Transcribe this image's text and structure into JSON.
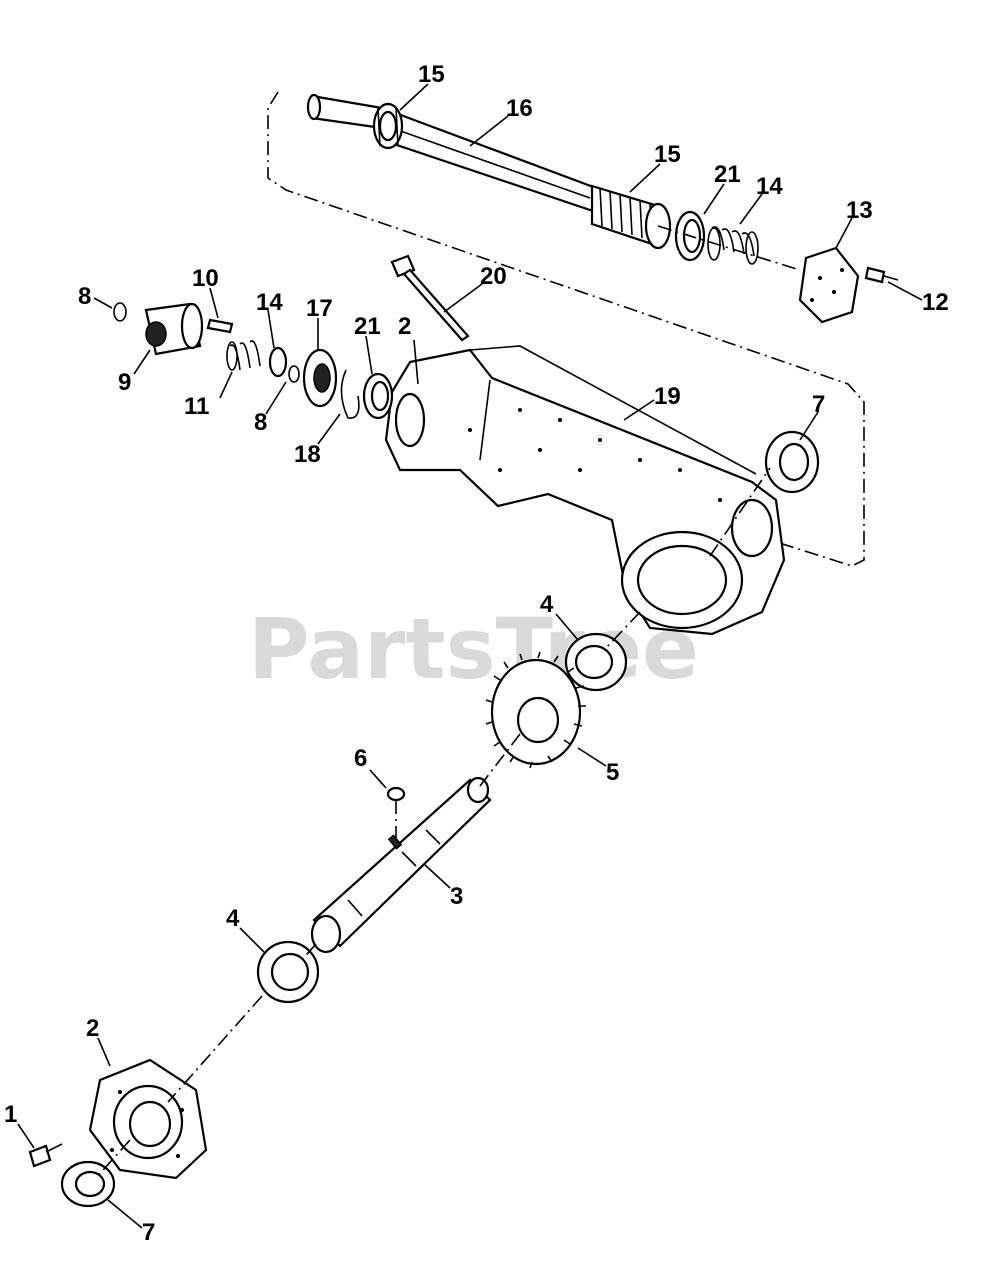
{
  "watermark": "PartsTree",
  "callouts": {
    "c1": "1",
    "c2a": "2",
    "c2b": "2",
    "c3": "3",
    "c4a": "4",
    "c4b": "4",
    "c5": "5",
    "c6": "6",
    "c7a": "7",
    "c7b": "7",
    "c8a": "8",
    "c8b": "8",
    "c9": "9",
    "c10": "10",
    "c11": "11",
    "c12": "12",
    "c13": "13",
    "c14a": "14",
    "c14b": "14",
    "c15a": "15",
    "c15b": "15",
    "c16": "16",
    "c17": "17",
    "c18": "18",
    "c19": "19",
    "c20": "20",
    "c21a": "21",
    "c21b": "21"
  }
}
